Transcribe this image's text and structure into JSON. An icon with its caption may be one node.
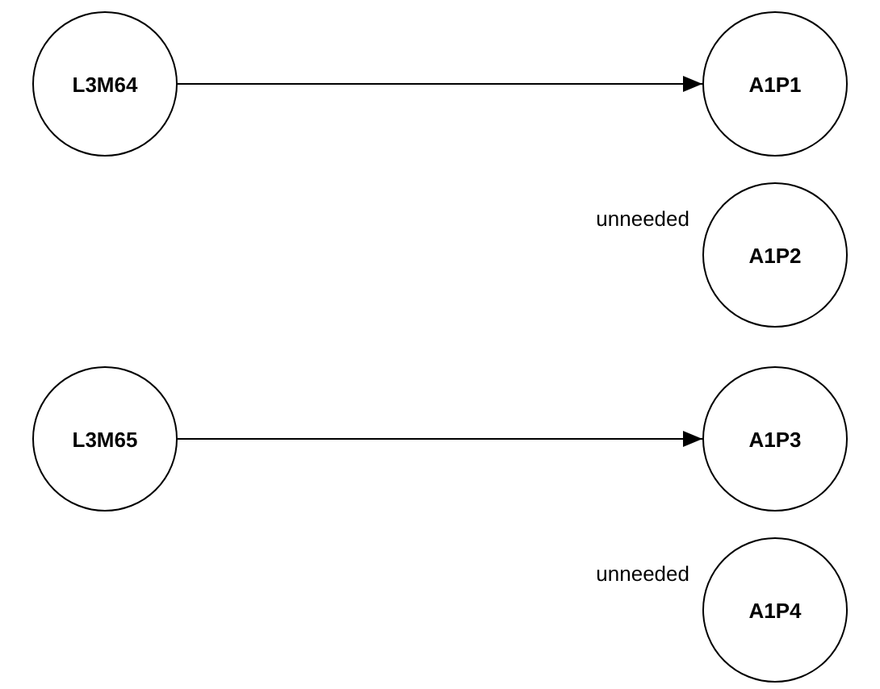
{
  "diagram": {
    "nodes": [
      {
        "text": [
          "L3M64"
        ]
      },
      {
        "text": [
          "A1P1"
        ]
      },
      {
        "text": [
          "A1P2"
        ],
        "beside": [
          "unneeded"
        ]
      },
      {
        "text": [
          "L3M65"
        ]
      },
      {
        "text": [
          "A1P3"
        ]
      },
      {
        "text": [
          "A1P4"
        ],
        "beside": [
          "unneeded"
        ]
      }
    ],
    "edges": [
      {
        "from": 0,
        "to": 1,
        "arrow": "to"
      },
      {
        "from": 3,
        "to": 4,
        "arrow": "to"
      }
    ]
  }
}
